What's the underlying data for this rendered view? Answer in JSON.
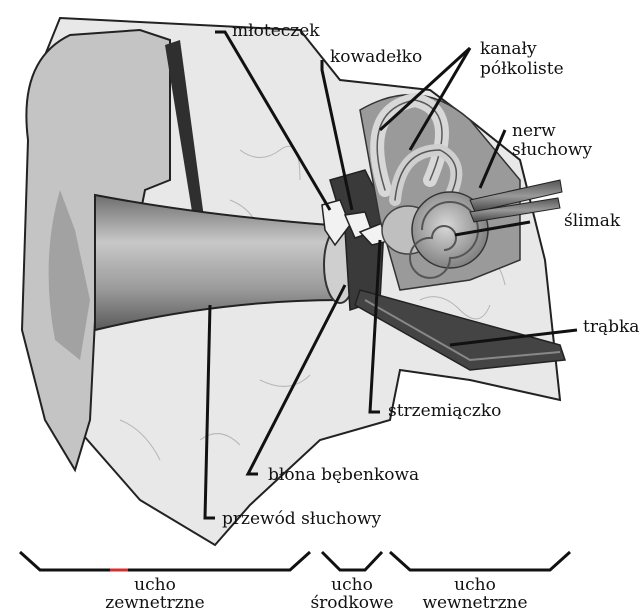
{
  "labels": {
    "mloteczek": "młoteczek",
    "kowadelko": "kowadełko",
    "kanaly_1": "kanały",
    "kanaly_2": "półkoliste",
    "nerw_1": "nerw",
    "nerw_2": "słuchowy",
    "slimak": "ślimak",
    "trabka": "trąbka",
    "strzemiaczko": "strzemiączko",
    "blona": "błona bębenkowa",
    "przewod": "przewód słuchowy"
  },
  "sections": {
    "outer_1": "ucho",
    "outer_2": "zewnetrzne",
    "middle_1": "ucho",
    "middle_2": "środkowe",
    "inner_1": "ucho",
    "inner_2": "wewnetrzne"
  },
  "colors": {
    "bone": "#e9e9e9",
    "tissue": "#d4d4d4",
    "canal": "#a9a9a9",
    "dark": "#3a3a3a",
    "marker": "#d32f2f"
  }
}
